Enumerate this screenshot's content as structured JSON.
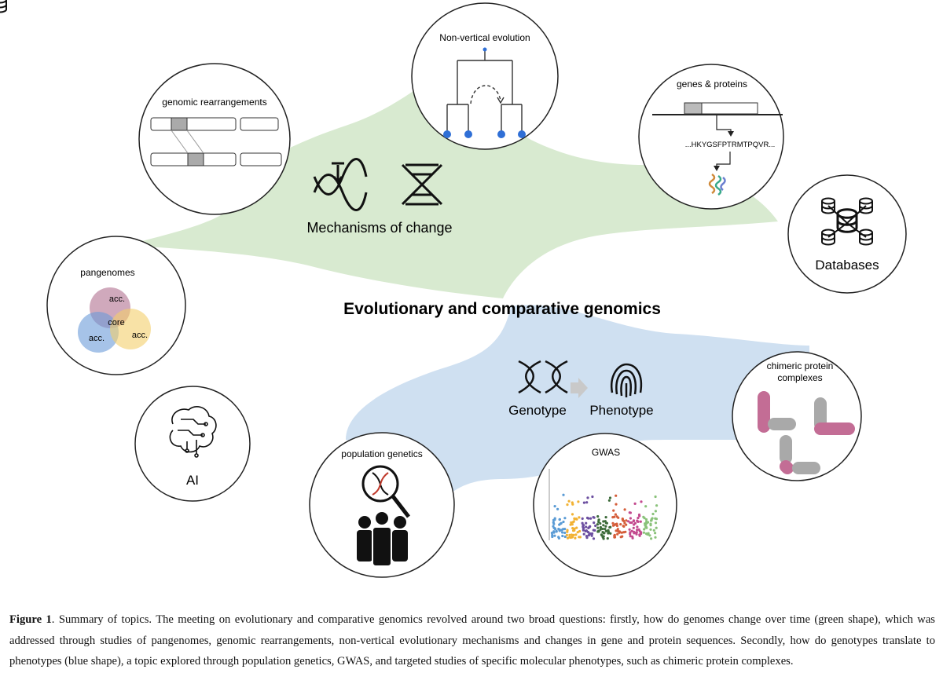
{
  "main_title": "Evolutionary and comparative genomics",
  "green_region": {
    "label": "Mechanisms of change",
    "color": "#d8ead0"
  },
  "blue_region": {
    "genotype_label": "Genotype",
    "phenotype_label": "Phenotype",
    "color": "#cfe0f1"
  },
  "circles": {
    "genomic_rearrangements": "genomic rearrangements",
    "non_vertical": "Non-vertical evolution",
    "genes_proteins": {
      "title": "genes & proteins",
      "sequence": "...HKYGSFPTRMTPQVR..."
    },
    "databases": "Databases",
    "pangenomes": {
      "title": "pangenomes",
      "top": "acc.",
      "center": "core",
      "left": "acc.",
      "right": "acc.",
      "colors": [
        "#b0708f",
        "#6b9bd8",
        "#f3cf6b"
      ]
    },
    "ai": "AI",
    "population_genetics": "population genetics",
    "gwas": "GWAS",
    "chimeric": {
      "line1": "chimeric protein",
      "line2": "complexes",
      "colors": [
        "#c36d95",
        "#a9a9a9"
      ]
    }
  },
  "caption": {
    "label": "Figure 1",
    "text": ". Summary of topics. The meeting on evolutionary and comparative genomics revolved around two broad questions: firstly, how do genomes change over time (green shape), which was addressed through studies of pangenomes, genomic rearrangements, non-vertical evolutionary mechanisms and changes in gene and protein sequences. Secondly, how do genotypes translate to phenotypes (blue shape), a topic explored through population genetics, GWAS, and targeted studies of specific molecular phenotypes, such as chimeric protein complexes."
  },
  "gwas_colors": [
    "#5a9bd5",
    "#f2b233",
    "#6c4fa0",
    "#3d6b3a",
    "#d55e3a",
    "#c34a8e",
    "#8ac27a"
  ]
}
